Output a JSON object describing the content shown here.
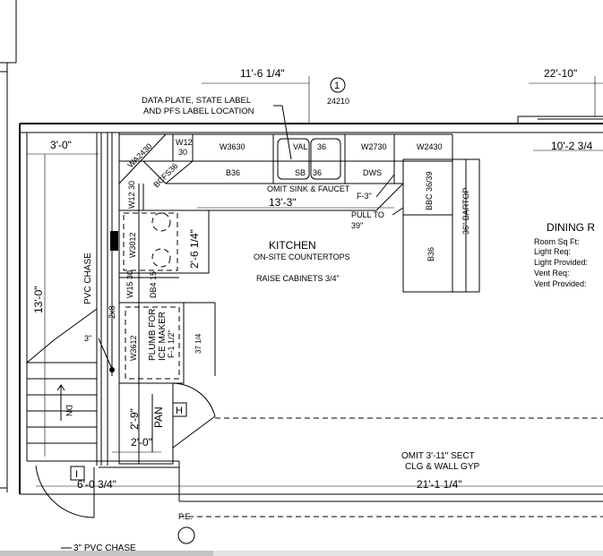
{
  "dims": {
    "top_11_6": "11'-6 1/4\"",
    "top_22_10": "22'-10\"",
    "top_10_2": "10'-2 3/4",
    "left_3_0": "3'-0\"",
    "left_13_0": "13'-0\"",
    "counter_13_3": "13'-3\"",
    "range_2_6": "2'-6 1/4\"",
    "pan_2_9": "2'-9\"",
    "pan_2_0": "2'-0\"",
    "bottom_6_0": "6'-0 3/4\"",
    "bottom_21_1": "21'-1 1/4\""
  },
  "callouts": {
    "circle_1": "1",
    "code_24210": "24210",
    "data_plate_1": "DATA PLATE, STATE LABEL",
    "data_plate_2": "AND PFS LABEL LOCATION",
    "omit_sink": "OMIT SINK & FAUCET",
    "f3": "F-3\"",
    "pull_to": "PULL TO",
    "pull_39": "39\"",
    "pvc_chase": "PVC CHASE",
    "pvc_3": "3\"",
    "bottom_pvc": "3\" PVC CHASE",
    "pe": "P.E.",
    "two_by_eight": "2x8",
    "dn": "DN",
    "omit_clg_1": "OMIT 3'-11\" SECT",
    "omit_clg_2": "CLG & WALL GYP",
    "dim_37": "37 1/4"
  },
  "cabinets": {
    "wa2430": "WA2430",
    "w1230_top": "W12",
    "w1230_bot": "30",
    "w3630": "W3630",
    "b36_top": "B36",
    "val": "VAL",
    "sink_36a": "36",
    "sb": "SB",
    "sink_36b": "36",
    "w2730": "W2730",
    "w2430": "W2430",
    "dws": "DWS",
    "bcfs36": "BCFS36",
    "w12_30_side": "W12 30",
    "w3012": "W3012",
    "w15_30": "W15 30",
    "db4_15": "DB4 15",
    "w3612": "W3612",
    "bbc": "BBC 36/39",
    "bartop": "36\" BARTOP",
    "b36_island": "B36",
    "plumb_1": "PLUMB FOR",
    "plumb_2": "ICE MAKER",
    "plumb_3": "F-1 1/2\"",
    "pan": "PAN",
    "h_tag": "H",
    "i_tag": "I"
  },
  "room": {
    "kitchen": "KITCHEN",
    "on_site": "ON-SITE COUNTERTOPS",
    "raise": "RAISE CABINETS 3/4\""
  },
  "dining": {
    "title": "DINING R",
    "lines": [
      "Room Sq Ft:",
      "Light Req:",
      "Light Provided:",
      "Vent Req:",
      "Vent Provided:"
    ]
  }
}
